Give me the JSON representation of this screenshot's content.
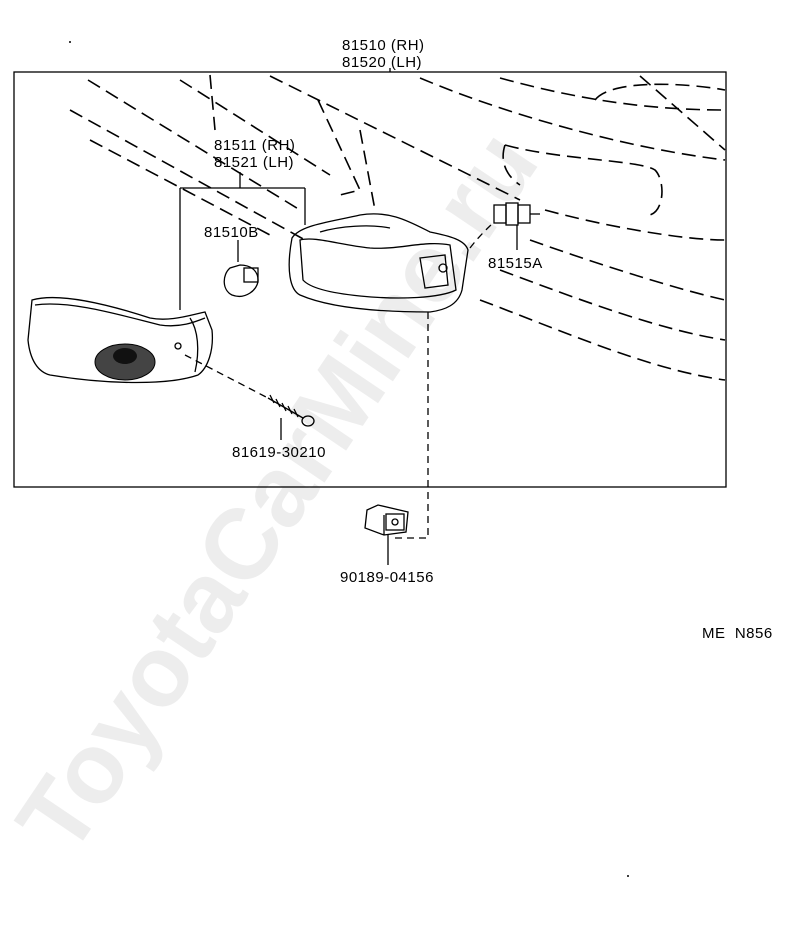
{
  "diagram": {
    "parts": {
      "lamp_assy_rh": "81510 (RH)",
      "lamp_assy_lh": "81520 (LH)",
      "lens_rh": "81511 (RH)",
      "lens_lh": "81521 (LH)",
      "bulb": "81510B",
      "socket": "81515A",
      "screw": "81619-30210",
      "nut": "90189-04156"
    },
    "reference_code": "ME  N856",
    "watermark": "ToyotaCarMine.ru"
  }
}
